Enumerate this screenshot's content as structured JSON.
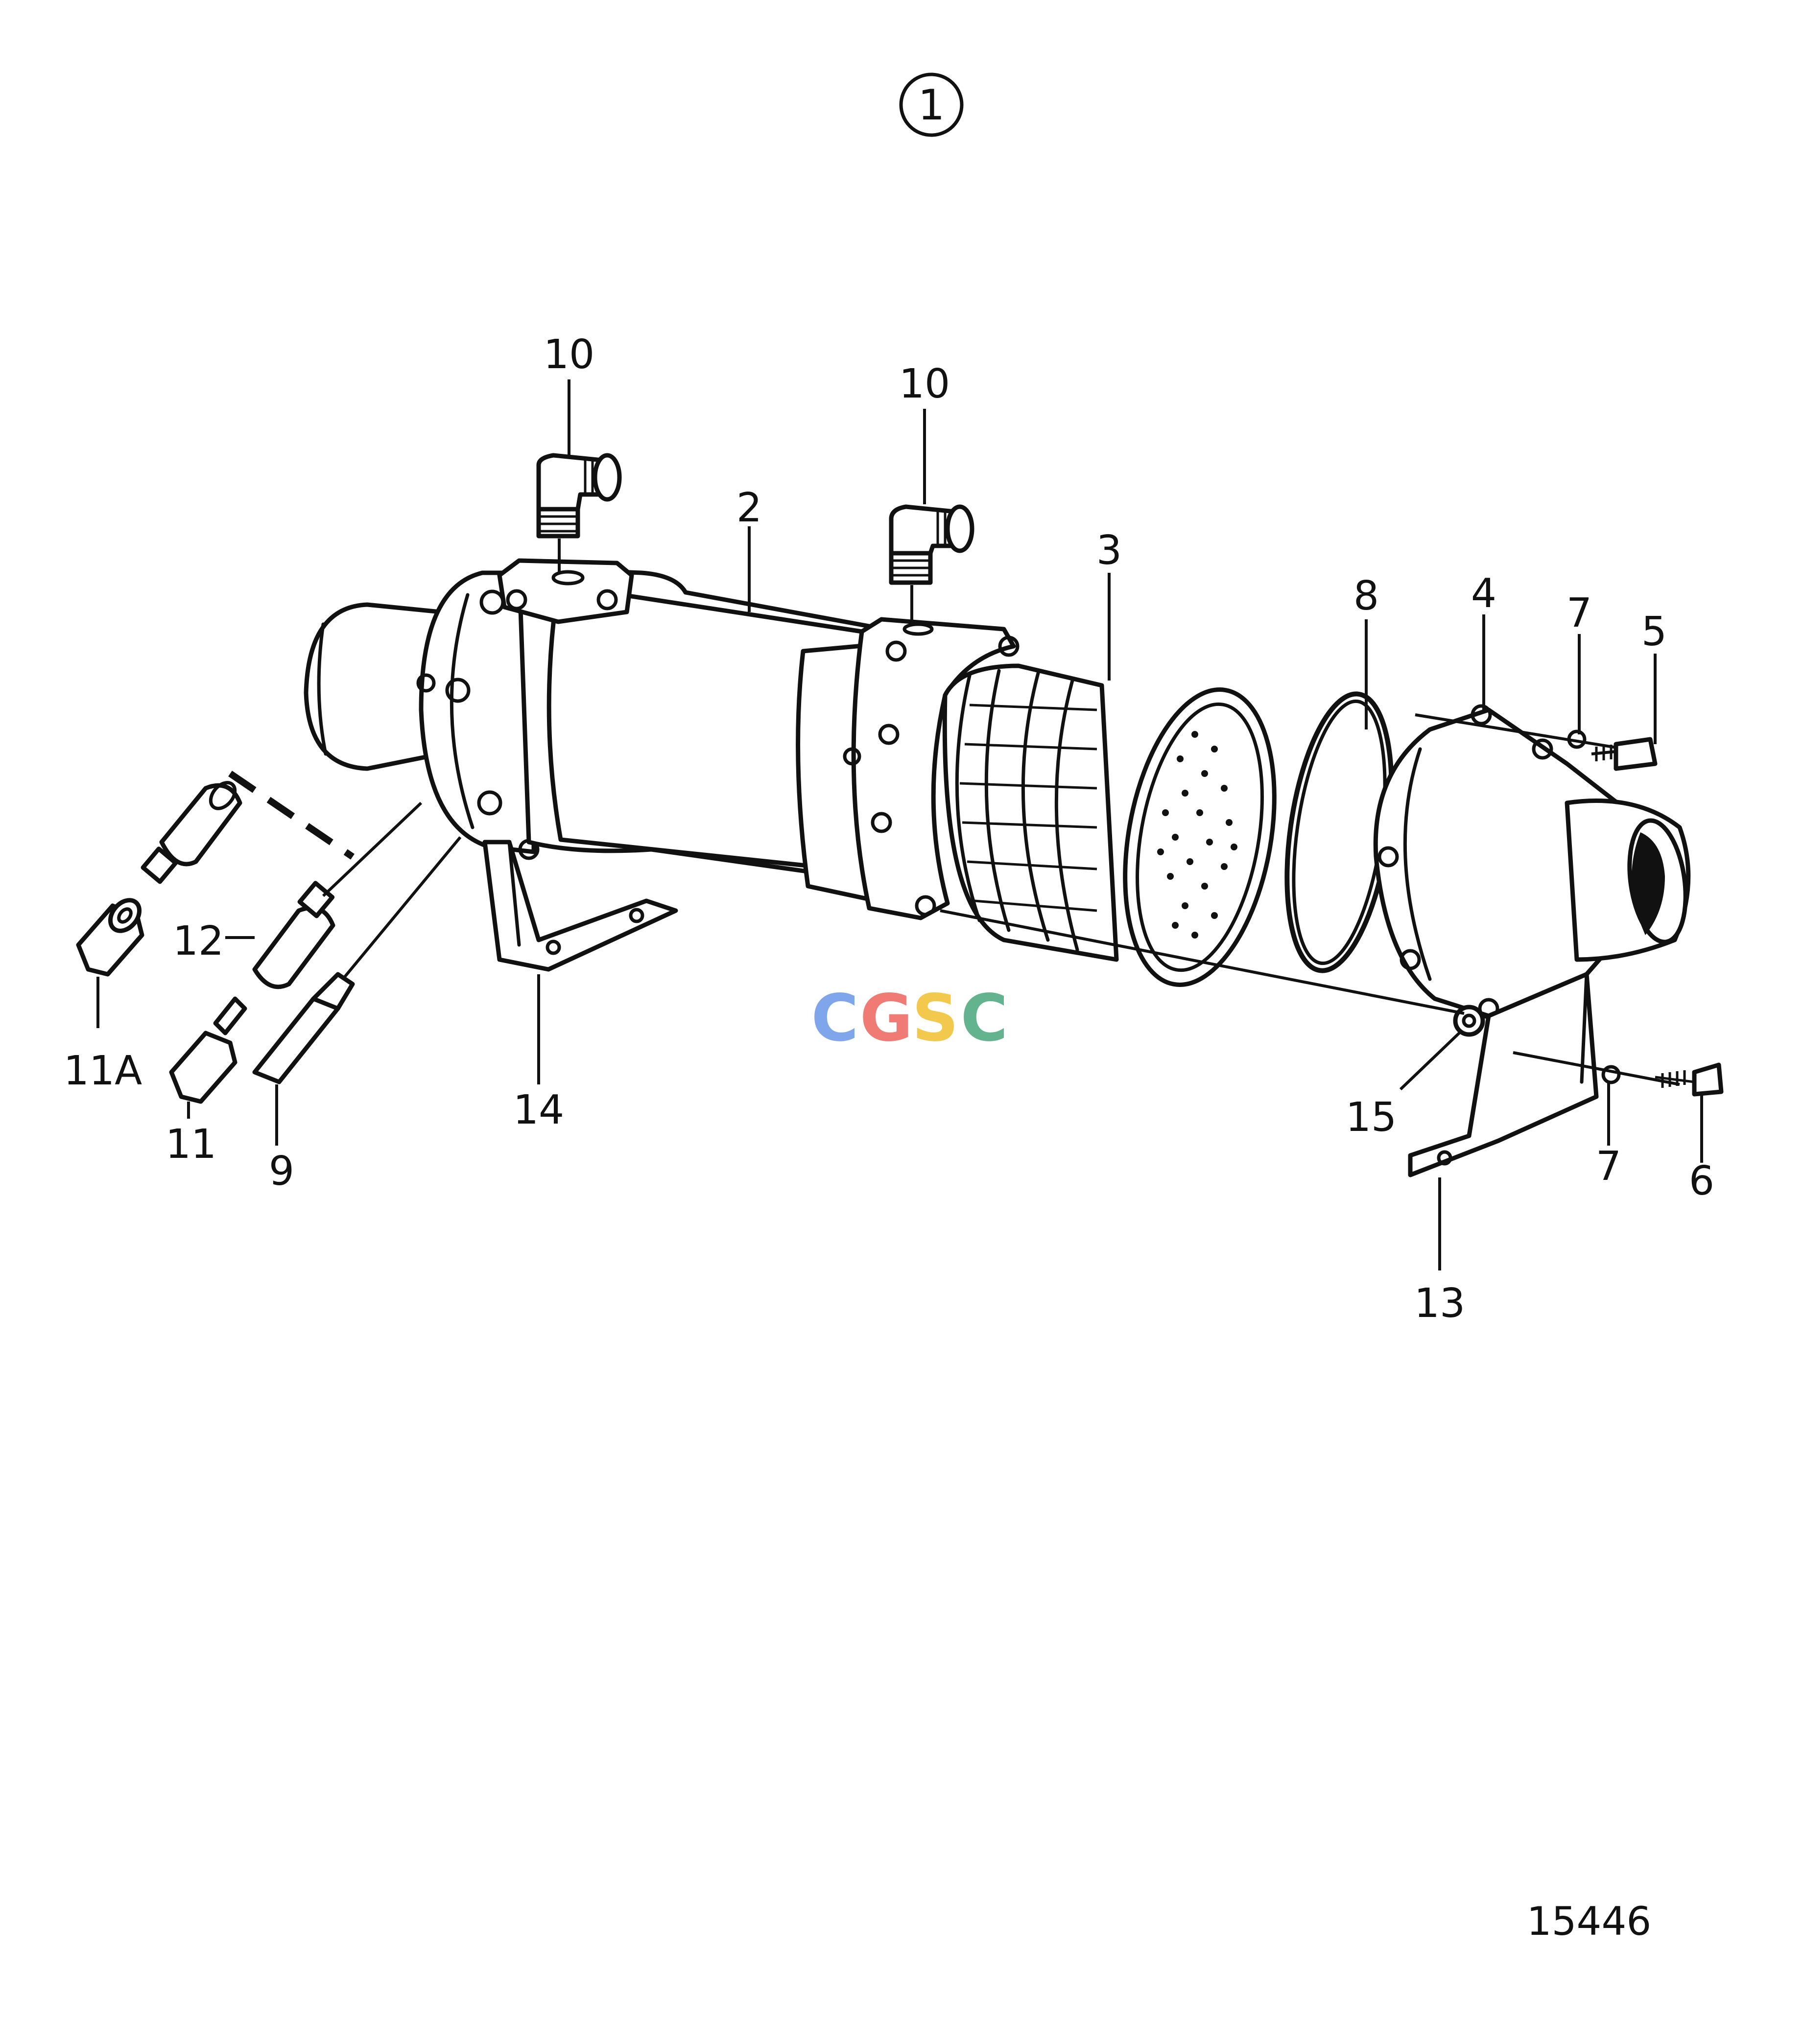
{
  "view_number": "1",
  "figure_number": "15446",
  "watermark": "CGSC",
  "colors": {
    "line": "#111111",
    "background": "#ffffff",
    "watermark_c1": "#7fa6ea",
    "watermark_g": "#ef7b74",
    "watermark_s": "#f2c94c",
    "watermark_c2": "#63b38e"
  },
  "callouts": [
    {
      "id": "c10a",
      "text": "10"
    },
    {
      "id": "c10b",
      "text": "10"
    },
    {
      "id": "c2",
      "text": "2"
    },
    {
      "id": "c3",
      "text": "3"
    },
    {
      "id": "c8",
      "text": "8"
    },
    {
      "id": "c4",
      "text": "4"
    },
    {
      "id": "c7a",
      "text": "7"
    },
    {
      "id": "c5",
      "text": "5"
    },
    {
      "id": "c12",
      "text": "12"
    },
    {
      "id": "c11A",
      "text": "11A"
    },
    {
      "id": "c11",
      "text": "11"
    },
    {
      "id": "c9",
      "text": "9"
    },
    {
      "id": "c14",
      "text": "14"
    },
    {
      "id": "c15",
      "text": "15"
    },
    {
      "id": "c7b",
      "text": "7"
    },
    {
      "id": "c6",
      "text": "6"
    },
    {
      "id": "c13",
      "text": "13"
    }
  ]
}
